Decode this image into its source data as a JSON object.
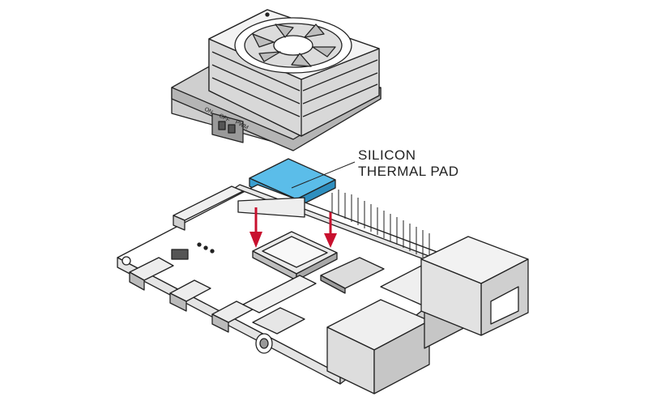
{
  "callout": {
    "line1": "SILICON",
    "line2": "THERMAL PAD"
  },
  "fan_switch_labels": [
    "ON",
    "OFF",
    "PWM"
  ],
  "pad_color": "#4fb6e6",
  "arrow_color": "#c8102e",
  "line_color": "#222222",
  "icons": [
    "cooling-fan",
    "thermal-pad",
    "raspberry-pi-board",
    "down-arrow"
  ]
}
